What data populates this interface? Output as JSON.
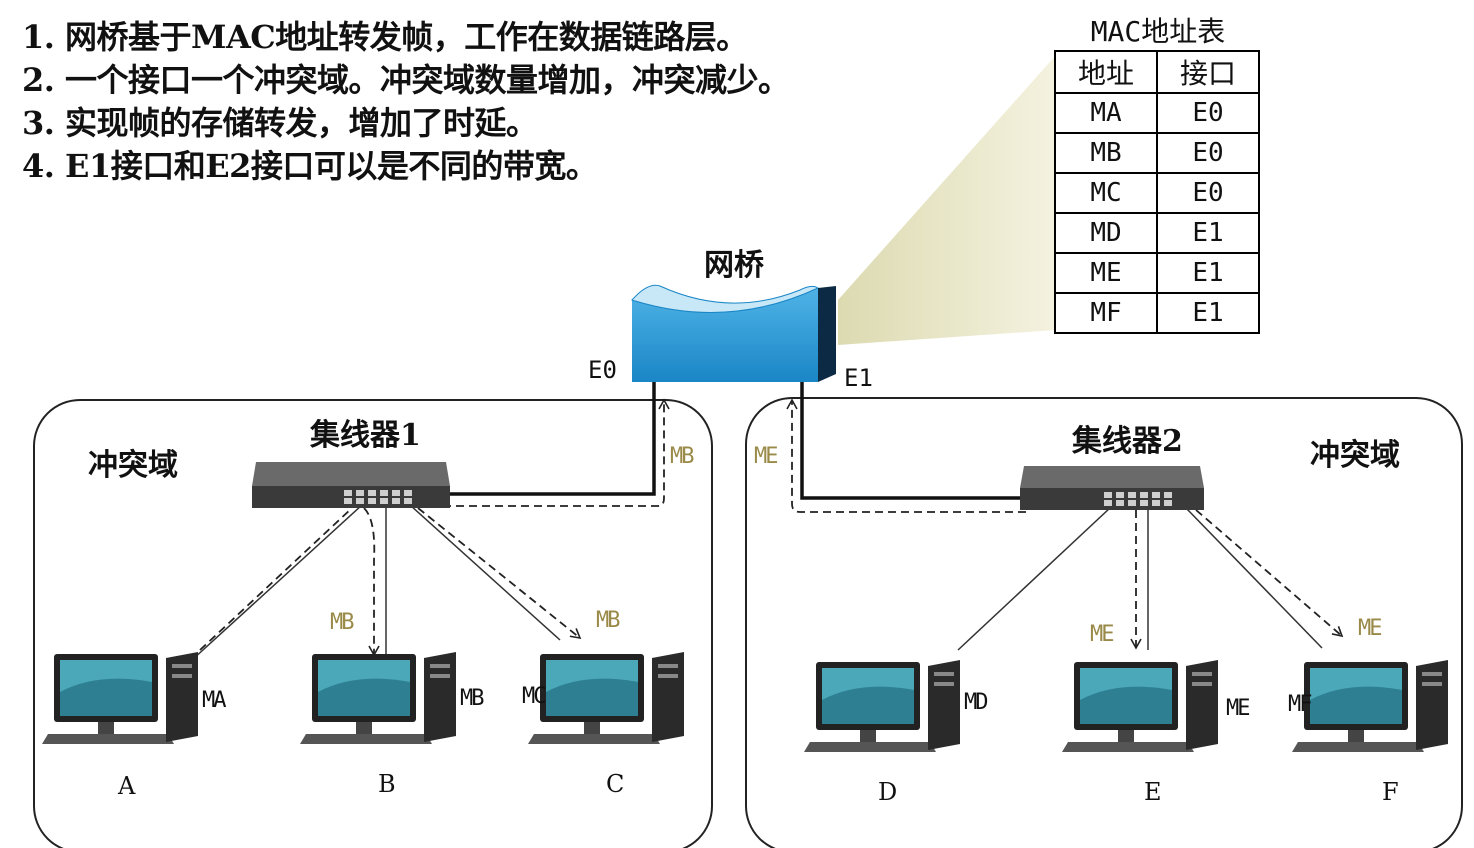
{
  "notes": [
    "1. 网桥基于MAC地址转发帧，工作在数据链路层。",
    "2. 一个接口一个冲突域。冲突域数量增加，冲突减少。",
    "3. 实现帧的存储转发，增加了时延。",
    "4. E1接口和E2接口可以是不同的带宽。"
  ],
  "mac_table": {
    "title": "MAC地址表",
    "headers": [
      "地址",
      "接口"
    ],
    "rows": [
      [
        "MA",
        "E0"
      ],
      [
        "MB",
        "E0"
      ],
      [
        "MC",
        "E0"
      ],
      [
        "MD",
        "E1"
      ],
      [
        "ME",
        "E1"
      ],
      [
        "MF",
        "E1"
      ]
    ]
  },
  "bridge": {
    "label": "网桥",
    "port_left": "E0",
    "port_right": "E1"
  },
  "domains": {
    "left": {
      "label": "冲突域",
      "hub": "集线器1",
      "frame_tag": "MB"
    },
    "right": {
      "label": "冲突域",
      "hub": "集线器2",
      "frame_tag": "ME"
    }
  },
  "hosts": [
    {
      "letter": "A",
      "mac": "MA"
    },
    {
      "letter": "B",
      "mac": "MB",
      "tag": "MB"
    },
    {
      "letter": "C",
      "mac": "MC",
      "tag": "MB"
    },
    {
      "letter": "D",
      "mac": "MD"
    },
    {
      "letter": "E",
      "mac": "ME",
      "tag": "ME"
    },
    {
      "letter": "F",
      "mac": "MF",
      "tag": "ME"
    }
  ]
}
